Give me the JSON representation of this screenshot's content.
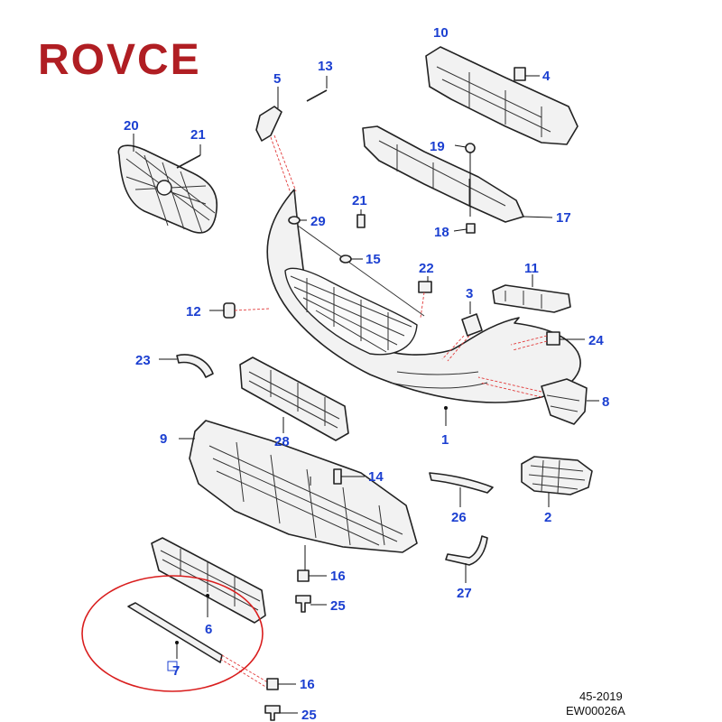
{
  "logo": {
    "text": "ROVCE",
    "color": "#b01e23",
    "accent": "#111111"
  },
  "callouts": {
    "c1": "1",
    "c2": "2",
    "c3": "3",
    "c4": "4",
    "c5": "5",
    "c6": "6",
    "c7": "7",
    "c8": "8",
    "c9": "9",
    "c10": "10",
    "c11": "11",
    "c12": "12",
    "c13": "13",
    "c14": "14",
    "c15": "15",
    "c16a": "16",
    "c16b": "16",
    "c17": "17",
    "c18": "18",
    "c19": "19",
    "c20": "20",
    "c21a": "21",
    "c21b": "21",
    "c22": "22",
    "c23": "23",
    "c24": "24",
    "c25a": "25",
    "c25b": "25",
    "c26": "26",
    "c27": "27",
    "c28": "28",
    "c29": "29"
  },
  "footer": {
    "date_code": "45-2019",
    "ref_code": "EW00026A"
  },
  "colors": {
    "callout": "#1b3fd1",
    "highlight_ring": "#d91e1e",
    "leader_red": "#e23a3a"
  }
}
